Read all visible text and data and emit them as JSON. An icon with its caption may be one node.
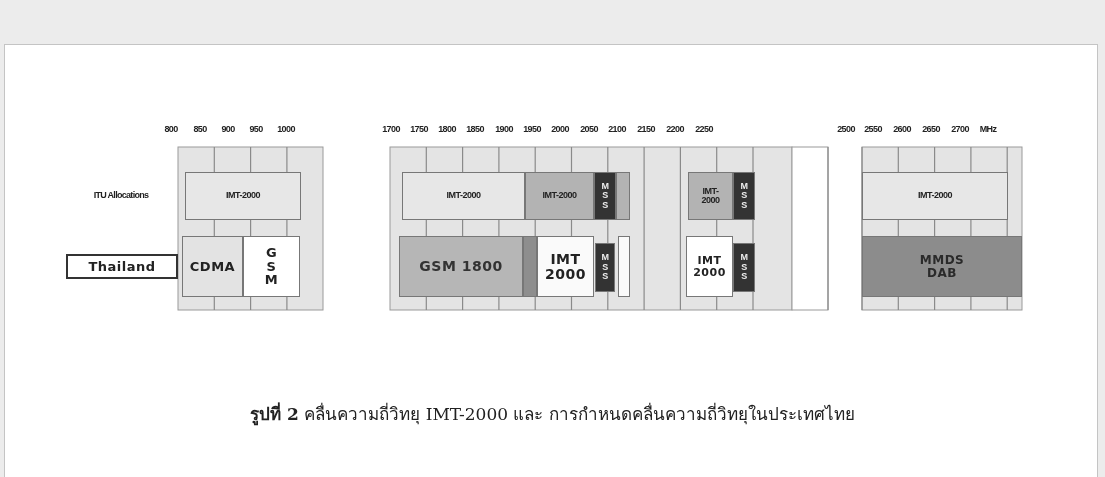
{
  "diagram": {
    "caption": "**รูปที่ 2** คลื่นความถี่วิทยุ IMT-2000 และ การกำหนดคลื่นความถี่วิทยุในประเทศไทย",
    "nodes": [
      {
        "text": [
          "Thailand"
        ]
      },
      {
        "text": [
          "IMT-2000"
        ]
      },
      {
        "text": [
          "IMT-2000"
        ]
      },
      {
        "text": [
          "IMT-2000"
        ]
      },
      {
        "text": [
          "M S S"
        ]
      },
      {
        "text": [],
        "shape": "box"
      },
      {
        "text": [
          "IMT- 2000"
        ]
      },
      {
        "text": [
          "M S S"
        ]
      },
      {
        "text": [
          "IMT-2000"
        ]
      },
      {
        "text": [
          "CDMA"
        ]
      },
      {
        "text": [
          "G S M"
        ]
      },
      {
        "text": [
          "GSM 1800"
        ]
      },
      {
        "text": [],
        "shape": "box"
      },
      {
        "text": [
          "IMT 2000"
        ]
      },
      {
        "text": [
          "M S S"
        ]
      },
      {
        "text": [],
        "shape": "box"
      },
      {
        "text": [
          "IMT 2000"
        ]
      },
      {
        "text": [
          "M S S"
        ]
      },
      {
        "text": [
          "MMDS DAB"
        ]
      }
    ],
    "labels": [
      "800",
      "850",
      "900",
      "950",
      "1000",
      "1700",
      "1750",
      "1800",
      "1850",
      "1900",
      "1950",
      "2000",
      "2050",
      "2100",
      "2150",
      "2200",
      "2250",
      "2500",
      "2550",
      "2600",
      "2650",
      "2700",
      "MHz",
      "ITU Allocations"
    ]
  }
}
